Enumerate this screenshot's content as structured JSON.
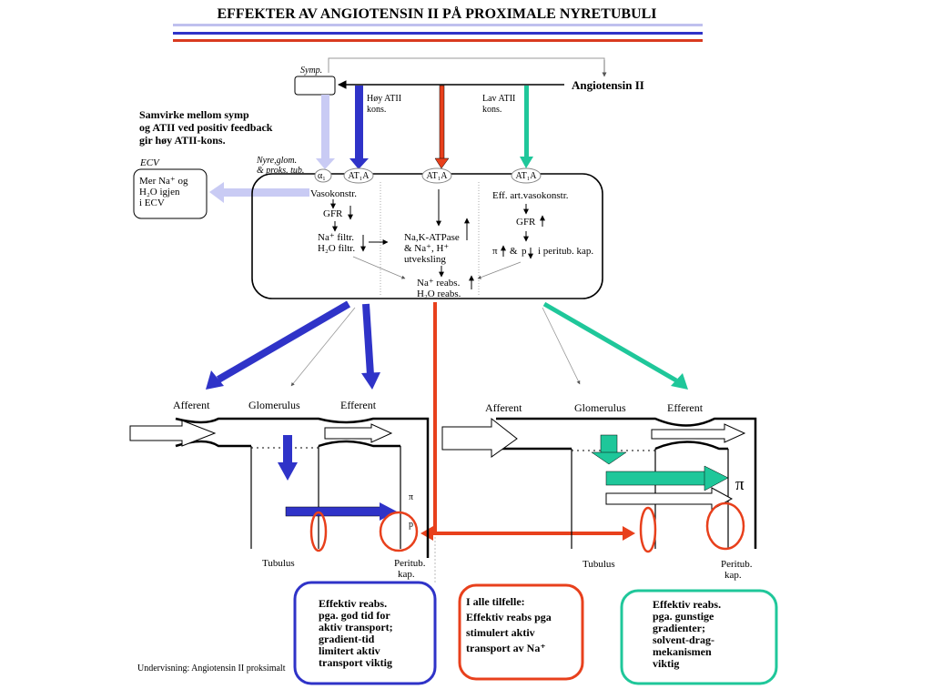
{
  "title": "EFFEKTER AV ANGIOTENSIN II PÅ PROXIMALE NYRETUBULI",
  "colors": {
    "blue": "#2f33c8",
    "lightblue": "#c9cbf4",
    "red": "#e8401c",
    "teal": "#1fc79a",
    "title_red": "#d93a1f"
  },
  "top": {
    "symp": "Symp.",
    "angiotensin": "Angiotensin II",
    "hoy_line1": "Høy ATII",
    "hoy_line2": "kons.",
    "lav_line1": "Lav ATII",
    "lav_line2": "kons."
  },
  "samvirke": [
    "Samvirke mellom symp",
    "og ATII ved positiv feedback",
    "gir høy ATII-kons."
  ],
  "ecv": {
    "label": "ECV",
    "box": [
      "Mer Na⁺ og",
      "H₂O igjen",
      "i ECV"
    ]
  },
  "cell": {
    "nyre_line1": "Nyre,glom.",
    "nyre_line2": "& proks. tub.",
    "alpha": "α₁",
    "receptor": "AT₁A",
    "vasokonstr": "Vasokonstr.",
    "gfr_left": "GFR",
    "na_filtr": "Na⁺ filtr.",
    "h2o_filtr": "H₂O filtr.",
    "nak_line1": "Na,K-ATPase",
    "nak_line2": "& Na⁺, H⁺",
    "nak_line3": "utveksling",
    "eff_art": "Eff. art.vasokonstr.",
    "gfr_right": "GFR",
    "pi_text": "π",
    "amp": "&",
    "p_text": "p",
    "peritub_kap": "i peritub. kap.",
    "reabs_line1": "Na⁺ reabs.",
    "reabs_line2": "H₂O reabs."
  },
  "left_diagram": {
    "afferent": "Afferent",
    "glomerulus": "Glomerulus",
    "efferent": "Efferent",
    "pi": "π",
    "p": "p",
    "tubulus": "Tubulus",
    "peritub_line1": "Peritub.",
    "peritub_line2": "kap."
  },
  "right_diagram": {
    "afferent": "Afferent",
    "glomerulus": "Glomerulus",
    "efferent": "Efferent",
    "pi": "π",
    "tubulus": "Tubulus",
    "peritub_line1": "Peritub.",
    "peritub_line2": "kap."
  },
  "boxes": {
    "blue": [
      "Effektiv reabs.",
      "pga. god tid for",
      "aktiv transport;",
      "gradient-tid",
      "limitert aktiv",
      "transport viktig"
    ],
    "red": [
      "I alle tilfelle:",
      "Effektiv reabs pga",
      "stimulert aktiv",
      "transport av Na⁺"
    ],
    "teal": [
      "Effektiv reabs.",
      "pga. gunstige",
      "gradienter;",
      "solvent-drag-",
      "mekanismen",
      "viktig"
    ]
  },
  "footer": "Undervisning: Angiotensin II proksimalt"
}
